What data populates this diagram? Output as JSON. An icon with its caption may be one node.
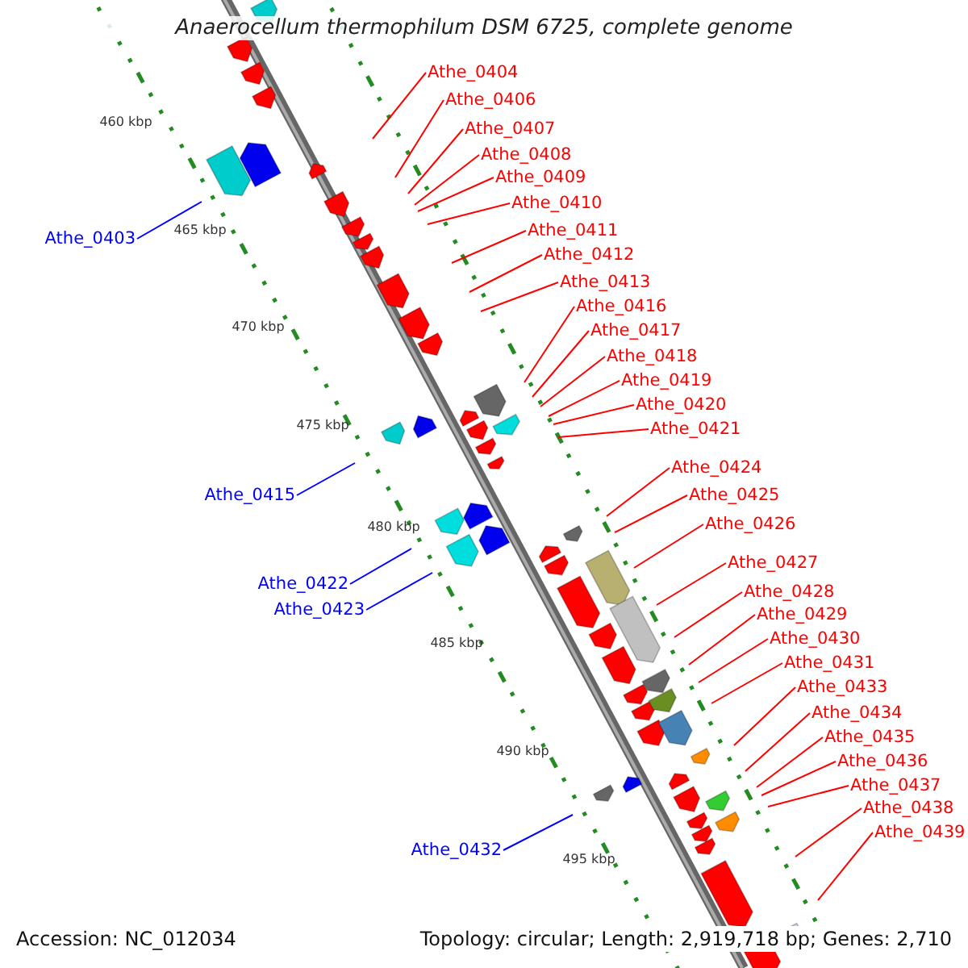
{
  "diagram": {
    "title": "Anaerocellum thermophilum DSM 6725, complete genome",
    "nodes": [
      {
        "text": [
          "Athe_0403"
        ]
      },
      {
        "text": [
          "Athe_0404"
        ]
      },
      {
        "text": [
          "Athe_0406"
        ]
      },
      {
        "text": [
          "Athe_0407"
        ]
      },
      {
        "text": [
          "Athe_0408"
        ]
      },
      {
        "text": [
          "Athe_0409"
        ]
      },
      {
        "text": [
          "Athe_0410"
        ]
      },
      {
        "text": [
          "Athe_0411"
        ]
      },
      {
        "text": [
          "Athe_0412"
        ]
      },
      {
        "text": [
          "Athe_0413"
        ]
      },
      {
        "text": [
          "Athe_0415"
        ]
      },
      {
        "text": [
          "Athe_0416"
        ]
      },
      {
        "text": [
          "Athe_0417"
        ]
      },
      {
        "text": [
          "Athe_0418"
        ]
      },
      {
        "text": [
          "Athe_0419"
        ]
      },
      {
        "text": [
          "Athe_0420"
        ]
      },
      {
        "text": [
          "Athe_0421"
        ]
      },
      {
        "text": [
          "Athe_0422"
        ]
      },
      {
        "text": [
          "Athe_0423"
        ]
      },
      {
        "text": [
          "Athe_0424"
        ]
      },
      {
        "text": [
          "Athe_0425"
        ]
      },
      {
        "text": [
          "Athe_0426"
        ]
      },
      {
        "text": [
          "Athe_0427"
        ]
      },
      {
        "text": [
          "Athe_0428"
        ]
      },
      {
        "text": [
          "Athe_0429"
        ]
      },
      {
        "text": [
          "Athe_0430"
        ]
      },
      {
        "text": [
          "Athe_0431"
        ]
      },
      {
        "text": [
          "Athe_0432"
        ]
      },
      {
        "text": [
          "Athe_0433"
        ]
      },
      {
        "text": [
          "Athe_0434"
        ]
      },
      {
        "text": [
          "Athe_0435"
        ]
      },
      {
        "text": [
          "Athe_0436"
        ]
      },
      {
        "text": [
          "Athe_0437"
        ]
      },
      {
        "text": [
          "Athe_0438"
        ]
      },
      {
        "text": [
          "Athe_0439"
        ]
      }
    ],
    "edges": [
      {
        "from": 0,
        "to": null,
        "arrow": "none",
        "color": "#0000ff"
      },
      {
        "from": 1,
        "to": null,
        "arrow": "none"
      },
      {
        "from": 2,
        "to": null,
        "arrow": "none"
      },
      {
        "from": 3,
        "to": null,
        "arrow": "none"
      },
      {
        "from": 4,
        "to": null,
        "arrow": "none"
      },
      {
        "from": 5,
        "to": null,
        "arrow": "none"
      },
      {
        "from": 6,
        "to": null,
        "arrow": "none"
      },
      {
        "from": 7,
        "to": null,
        "arrow": "none"
      },
      {
        "from": 8,
        "to": null,
        "arrow": "none"
      },
      {
        "from": 9,
        "to": null,
        "arrow": "none"
      },
      {
        "from": 10,
        "to": null,
        "arrow": "none",
        "color": "#0000ff"
      },
      {
        "from": 11,
        "to": null,
        "arrow": "none"
      },
      {
        "from": 12,
        "to": null,
        "arrow": "none"
      },
      {
        "from": 13,
        "to": null,
        "arrow": "none"
      },
      {
        "from": 14,
        "to": null,
        "arrow": "none"
      },
      {
        "from": 15,
        "to": null,
        "arrow": "none"
      },
      {
        "from": 16,
        "to": null,
        "arrow": "none"
      },
      {
        "from": 17,
        "to": null,
        "arrow": "none",
        "color": "#0000ff"
      },
      {
        "from": 18,
        "to": null,
        "arrow": "none",
        "color": "#0000ff"
      },
      {
        "from": 19,
        "to": null,
        "arrow": "none"
      },
      {
        "from": 20,
        "to": null,
        "arrow": "none"
      },
      {
        "from": 21,
        "to": null,
        "arrow": "none"
      },
      {
        "from": 22,
        "to": null,
        "arrow": "none"
      },
      {
        "from": 23,
        "to": null,
        "arrow": "none"
      },
      {
        "from": 24,
        "to": null,
        "arrow": "none"
      },
      {
        "from": 25,
        "to": null,
        "arrow": "none"
      },
      {
        "from": 26,
        "to": null,
        "arrow": "none"
      },
      {
        "from": 27,
        "to": null,
        "arrow": "none",
        "color": "#0000ff"
      },
      {
        "from": 28,
        "to": null,
        "arrow": "none"
      },
      {
        "from": 29,
        "to": null,
        "arrow": "none"
      },
      {
        "from": 30,
        "to": null,
        "arrow": "none"
      },
      {
        "from": 31,
        "to": null,
        "arrow": "none"
      },
      {
        "from": 32,
        "to": null,
        "arrow": "none"
      },
      {
        "from": 33,
        "to": null,
        "arrow": "none"
      },
      {
        "from": 34,
        "to": null,
        "arrow": "none"
      }
    ],
    "labels": [
      "460 kbp",
      "465 kbp",
      "470 kbp",
      "475 kbp",
      "480 kbp",
      "485 kbp",
      "490 kbp",
      "495 kbp",
      "Accession: NC_012034",
      "Topology: circular; Length: 2,919,718 bp; Genes: 2,710"
    ]
  }
}
